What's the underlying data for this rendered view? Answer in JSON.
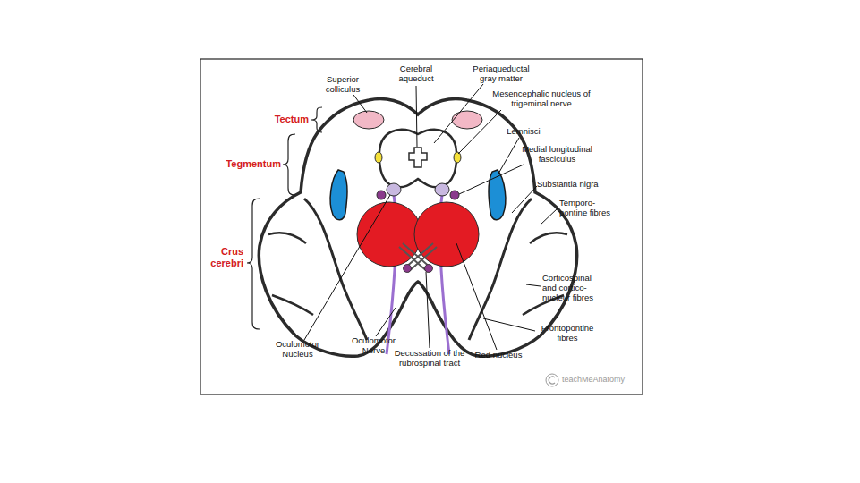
{
  "diagram": {
    "labels": [
      "Superior colliculus",
      "Cerebral aqueduct",
      "Periaqueductal gray matter",
      "Mesencephalic nucleus of trigeminal nerve",
      "Tectum",
      "Tegmentum",
      "Lemnisci",
      "Medial longitudinal fasciculus",
      "Substantia nigra",
      "Temporo-pontine fibres",
      "Crus cerebri",
      "Corticospinal and cortico-nucleur fibres",
      "Frontopontine fibres",
      "Oculomotor Nucleus",
      "Oculomotor Nerve",
      "Decussation of the rubrospinal tract",
      "Red nucleus",
      "teachMeAnatomy"
    ]
  }
}
